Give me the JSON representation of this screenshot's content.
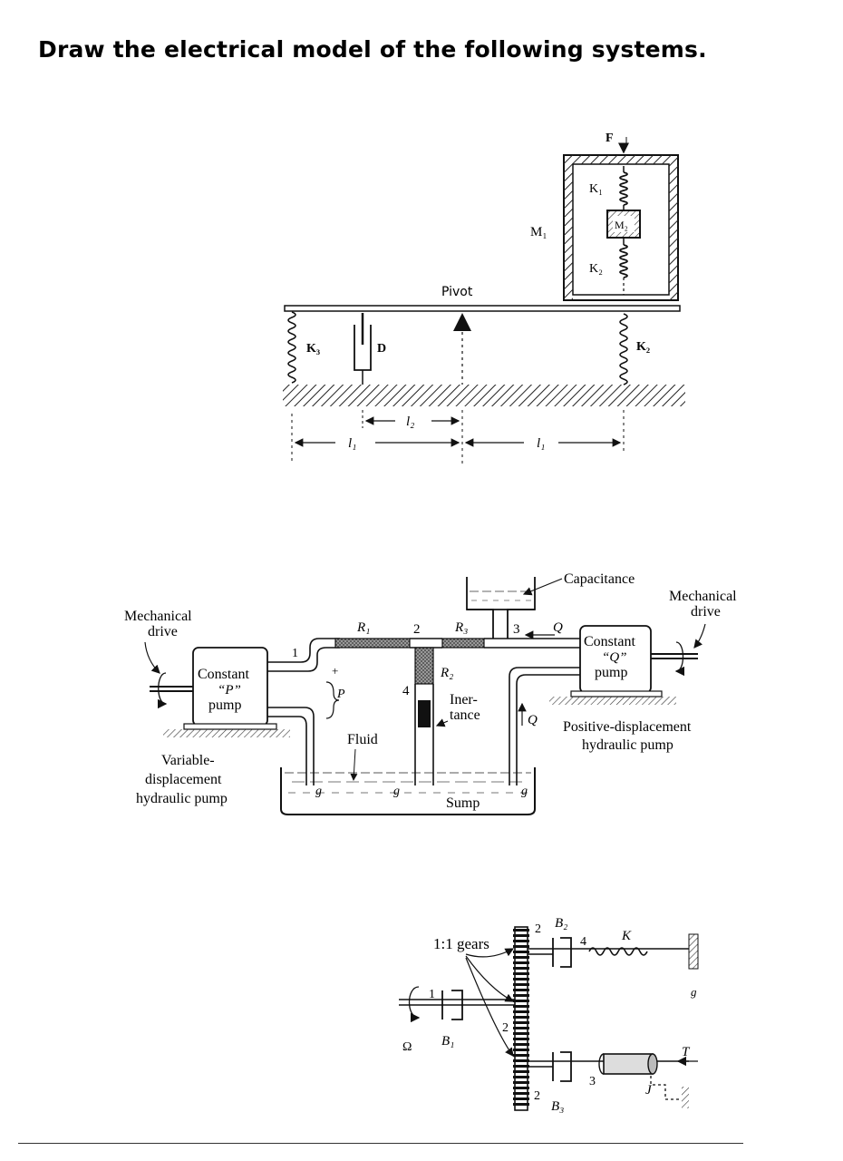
{
  "page": {
    "title": "Draw the electrical model of the following systems."
  },
  "figure1": {
    "force": "F",
    "mass_outer": "M₁",
    "mass_inner": "M₂",
    "spring_k1": "K₁",
    "spring_k2_inner": "K₂",
    "spring_k2": "K₂",
    "spring_k3": "K₃",
    "damper": "D",
    "pivot": "Pivot",
    "length_l1": "l₁",
    "length_l2": "l₂",
    "length_l1_right": "l₁"
  },
  "figure2": {
    "mech_drive_left": [
      "Mechanical",
      "drive"
    ],
    "pump_left": [
      "Constant",
      "“P”",
      "pump"
    ],
    "pump_left_caption": [
      "Variable-",
      "displacement",
      "hydraulic pump"
    ],
    "node1": "1",
    "node2": "2",
    "node3": "3",
    "node4": "4",
    "r1": "R₁",
    "r2": "R₂",
    "r3": "R₃",
    "plus": "+",
    "pressure": "P",
    "inertance": [
      "Iner-",
      "tance"
    ],
    "fluid": "Fluid",
    "sump": "Sump",
    "ground": "g",
    "capacitance": "Capacitance",
    "flow": "Q",
    "pump_right": [
      "Constant",
      "“Q”",
      "pump"
    ],
    "mech_drive_right": [
      "Mechanical",
      "drive"
    ],
    "pump_right_caption": [
      "Positive-displacement",
      "hydraulic pump"
    ]
  },
  "figure3": {
    "gears": "1:1 gears",
    "omega": "Ω",
    "b1": "B₁",
    "b2": "B₂",
    "b3": "B₃",
    "k": "K",
    "j": "J",
    "t": "T",
    "g": "g",
    "n1": "1",
    "n2_top": "2",
    "n2_mid": "2",
    "n2_bot": "2",
    "n3": "3",
    "n4": "4"
  }
}
